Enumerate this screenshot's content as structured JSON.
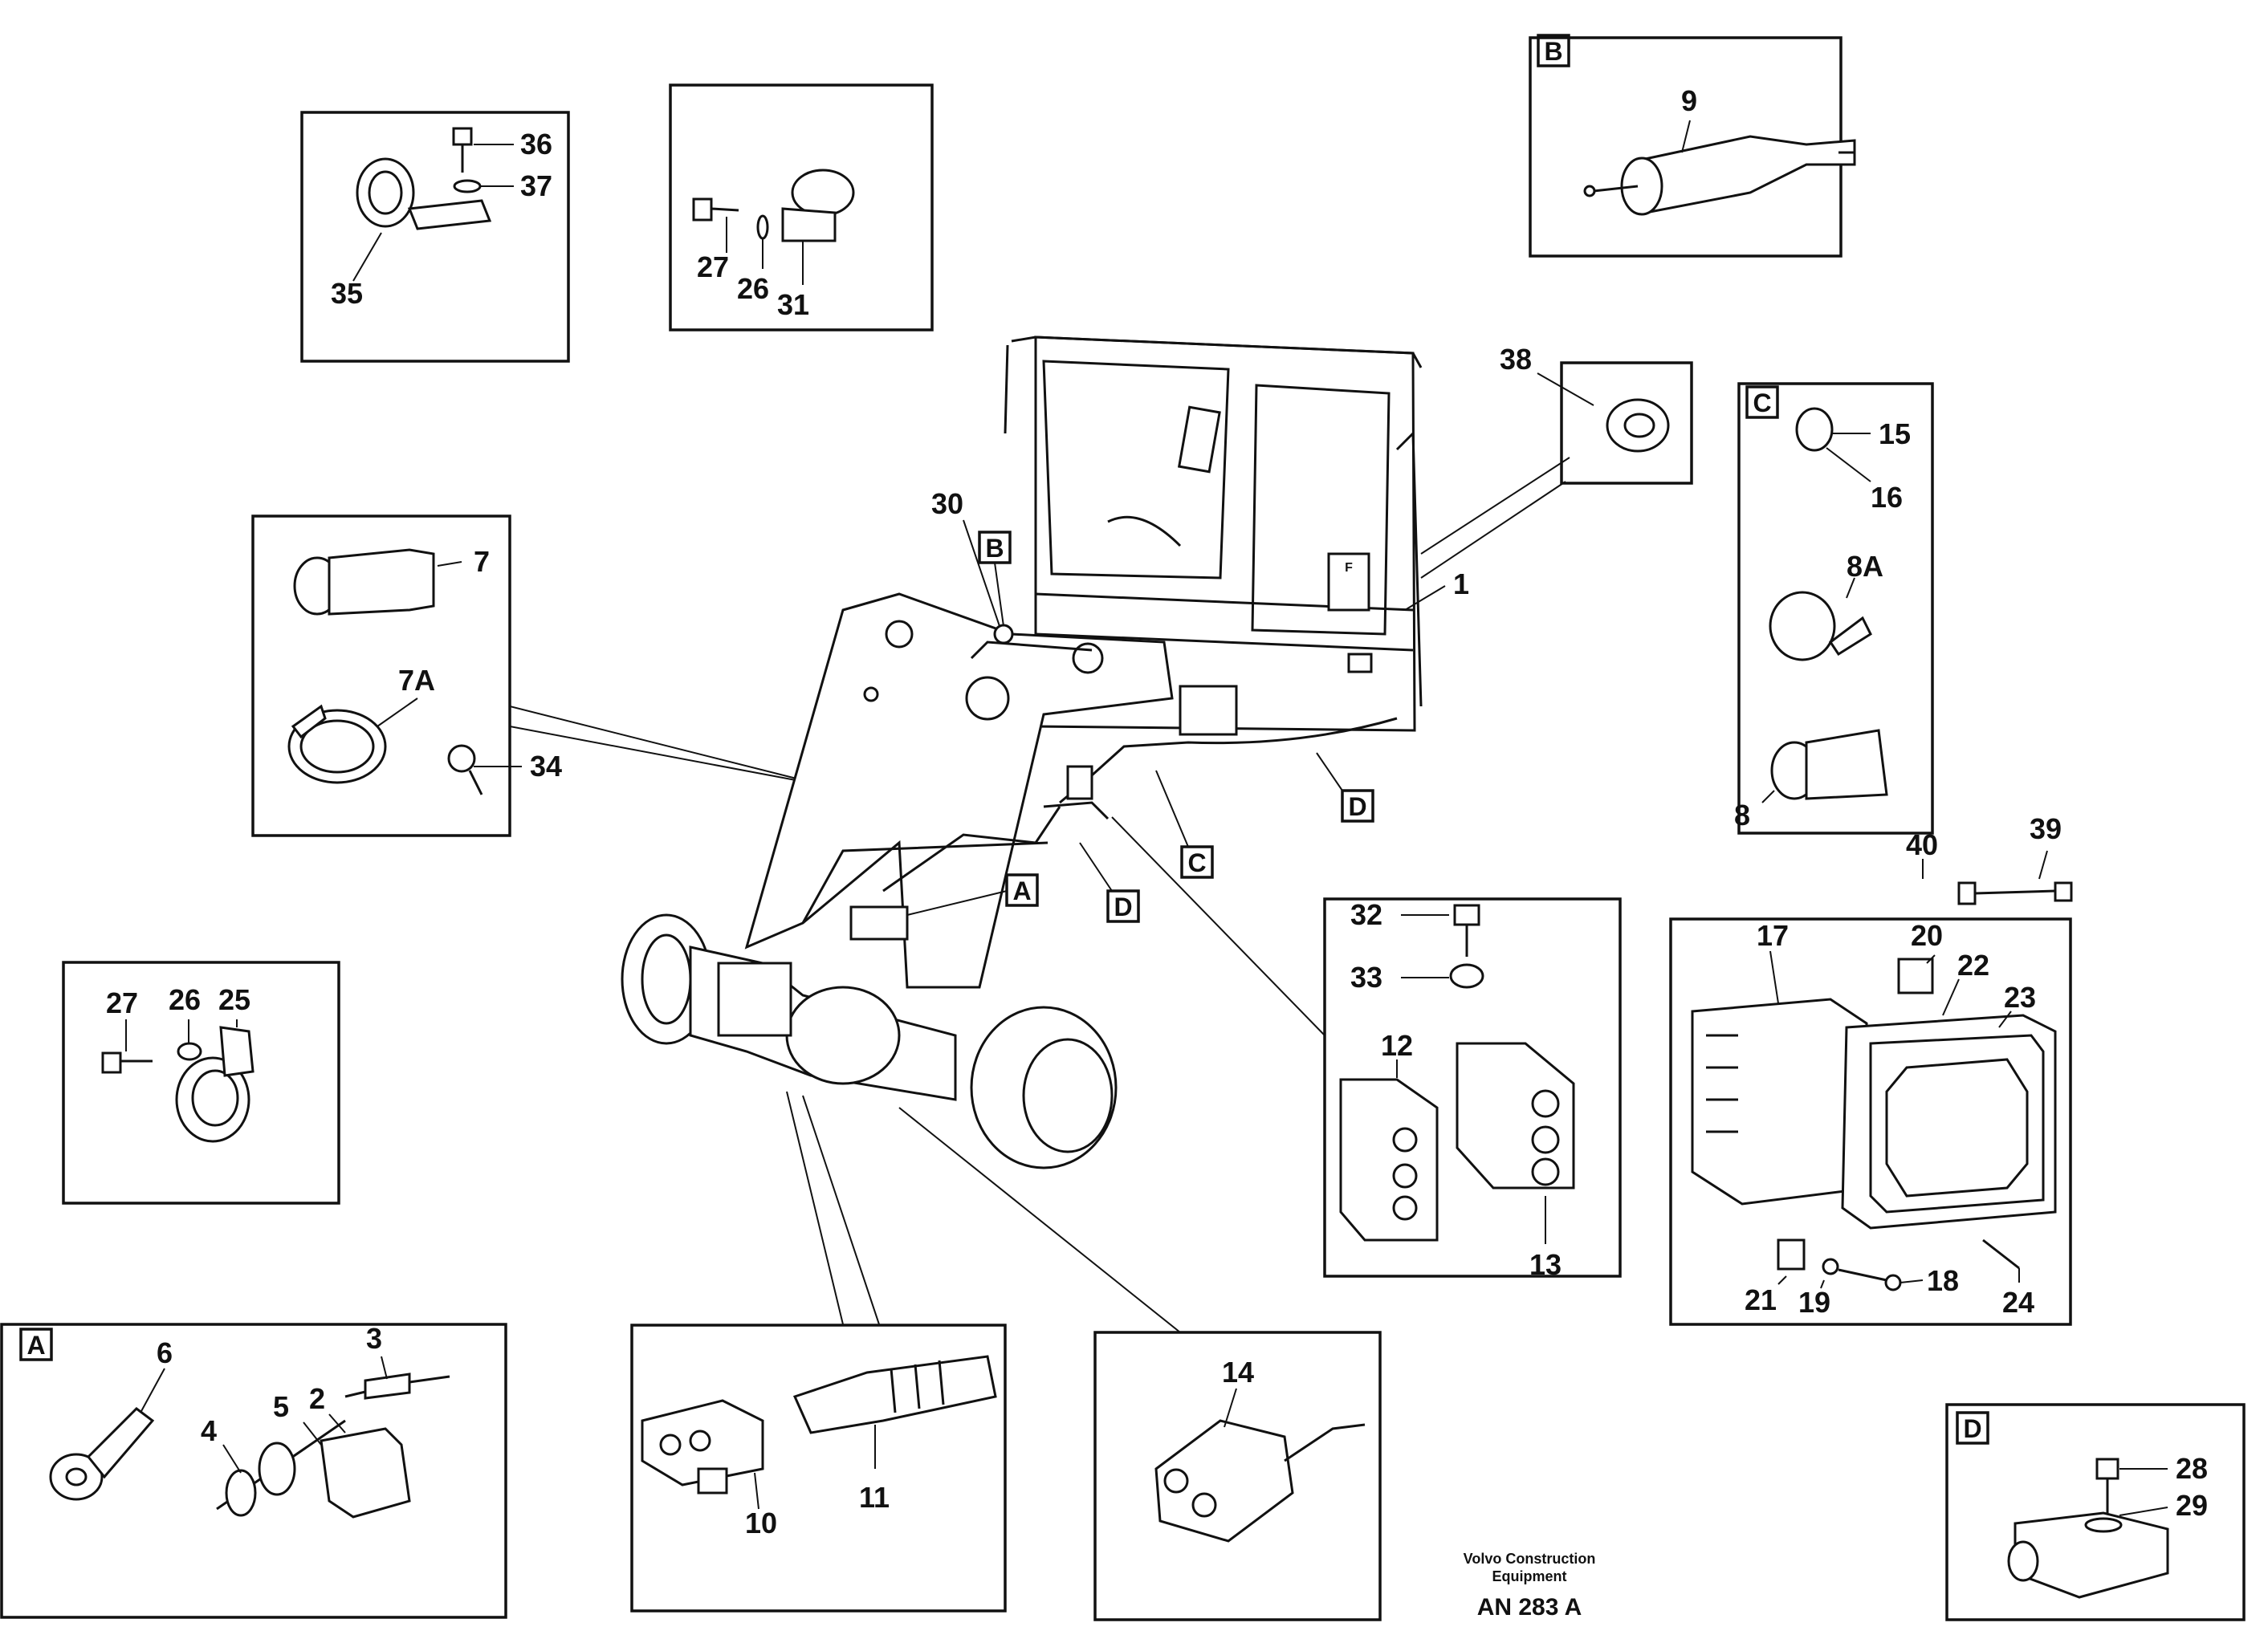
{
  "callouts": {
    "n1": "1",
    "n2": "2",
    "n3": "3",
    "n4": "4",
    "n5": "5",
    "n6": "6",
    "n7": "7",
    "n7a": "7A",
    "n8": "8",
    "n8a": "8A",
    "n9": "9",
    "n10": "10",
    "n11": "11",
    "n12": "12",
    "n13": "13",
    "n14": "14",
    "n15": "15",
    "n16": "16",
    "n17": "17",
    "n18": "18",
    "n19": "19",
    "n20": "20",
    "n21": "21",
    "n22": "22",
    "n23": "23",
    "n24": "24",
    "n25": "25",
    "n26": "26",
    "n26b": "26",
    "n27": "27",
    "n27b": "27",
    "n28": "28",
    "n29": "29",
    "n30": "30",
    "n31": "31",
    "n32": "32",
    "n33": "33",
    "n34": "34",
    "n35": "35",
    "n36": "36",
    "n37": "37",
    "n38": "38",
    "n39": "39",
    "n40": "40"
  },
  "detail_letters": {
    "a_box": "A",
    "b_box": "B",
    "c_box": "C",
    "d_box": "D",
    "a_main": "A",
    "b_main": "B",
    "c_main": "C",
    "d_main1": "D",
    "d_main2": "D"
  },
  "footer": {
    "maker_line1": "Volvo Construction",
    "maker_line2": "Equipment",
    "drawing_no": "AN 283 A"
  }
}
